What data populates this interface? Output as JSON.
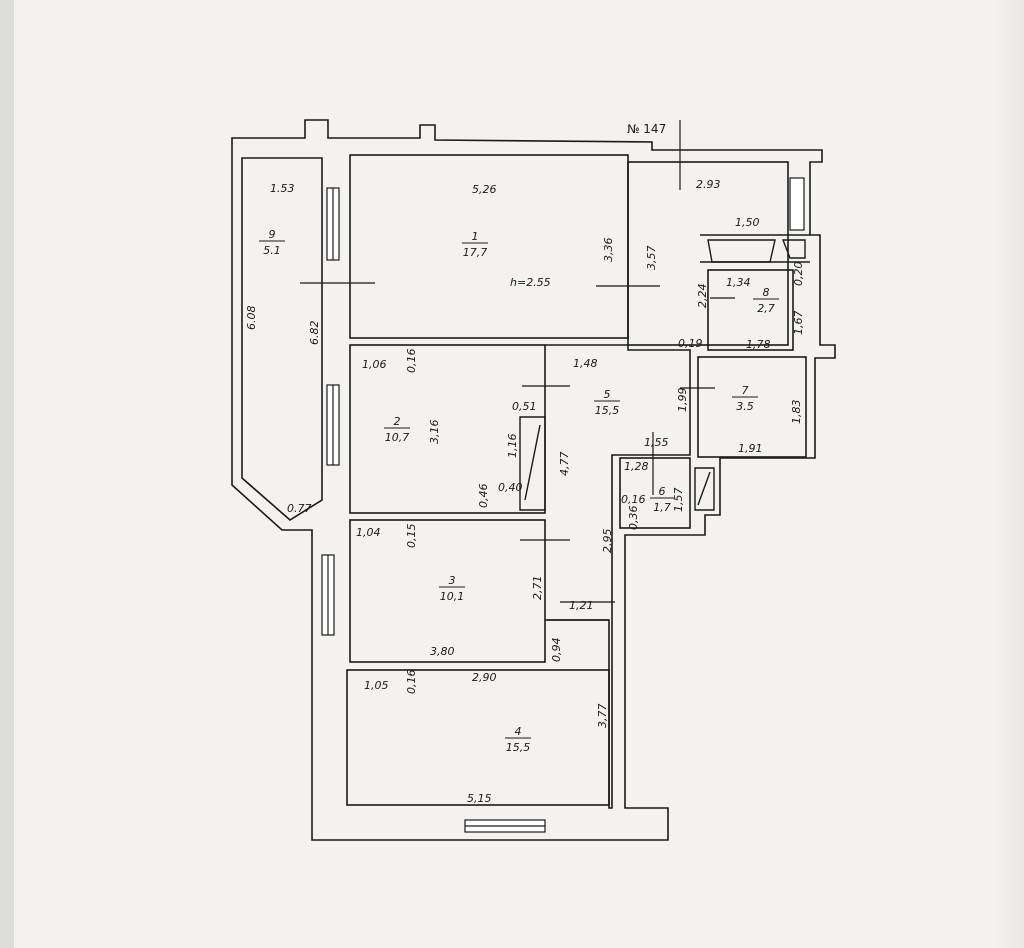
{
  "sheet_number": "№ 147",
  "ceiling_height": "h=2.55",
  "rooms": [
    {
      "number": "1",
      "area": "17,7"
    },
    {
      "number": "2",
      "area": "10,7"
    },
    {
      "number": "3",
      "area": "10,1"
    },
    {
      "number": "4",
      "area": "15,5"
    },
    {
      "number": "5",
      "area": "15,5"
    },
    {
      "number": "6",
      "area": "1,7"
    },
    {
      "number": "7",
      "area": "3.5"
    },
    {
      "number": "8",
      "area": "2,7"
    },
    {
      "number": "9",
      "area": "5.1"
    }
  ],
  "dimensions": [
    "1.53",
    "5,26",
    "2.93",
    "1,50",
    "3,36",
    "3,57",
    "1,34",
    "0,20",
    "2,24",
    "1,67",
    "0,19",
    "1,78",
    "6.08",
    "6.82",
    "1,06",
    "0,16",
    "1,48",
    "1,99",
    "1,83",
    "0,51",
    "3,16",
    "1,16",
    "4,77",
    "1,55",
    "1,91",
    "1,28",
    "0,16",
    "1,57",
    "0,36",
    "0,46",
    "0,40",
    "0.77",
    "1,04",
    "0,15",
    "2,95",
    "2,71",
    "1,21",
    "0,94",
    "3,80",
    "1,05",
    "0,16",
    "2,90",
    "3,77",
    "5,15"
  ]
}
